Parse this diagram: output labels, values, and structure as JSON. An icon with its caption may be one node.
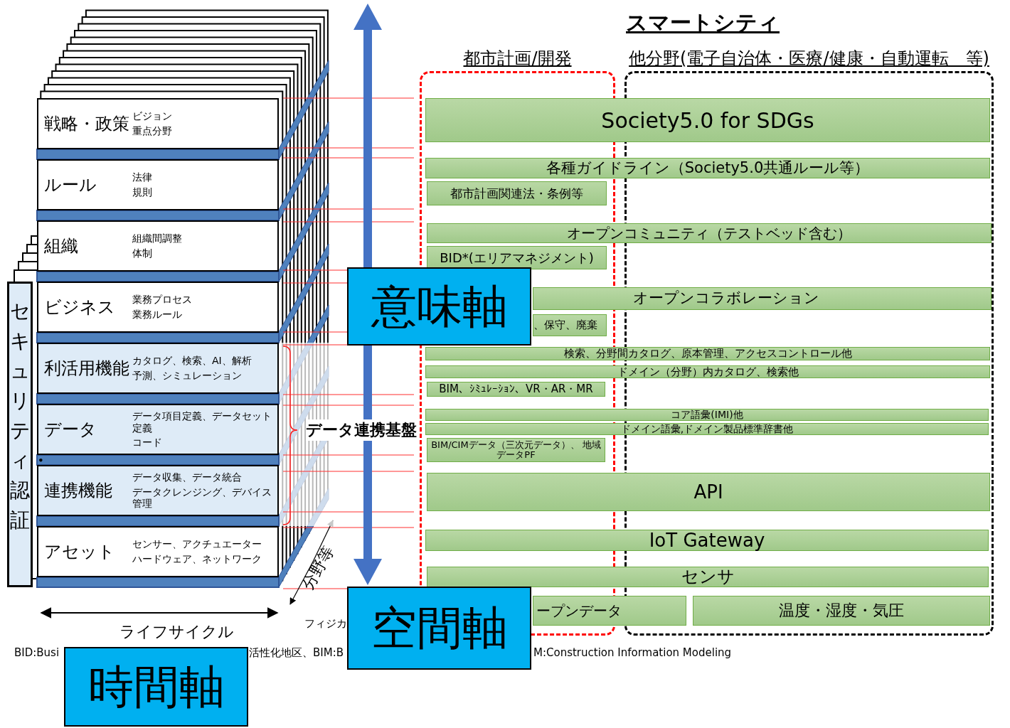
{
  "diagram": {
    "title": "スマートシティ",
    "nodes": [
      {
        "text": [
          "戦略・政策",
          "ビジョン",
          "重点分野"
        ]
      },
      {
        "text": [
          "ルール",
          "法律",
          "規則"
        ]
      },
      {
        "text": [
          "組織",
          "組織間調整",
          "体制"
        ]
      },
      {
        "text": [
          "ビジネス",
          "業務プロセス",
          "業務ルール"
        ]
      },
      {
        "text": [
          "利活用機能",
          "カタログ、検索、AI、解析",
          "予測、シミュレーション"
        ]
      },
      {
        "text": [
          "データ",
          "データ項目定義、データセット定義",
          "コード"
        ]
      },
      {
        "text": [
          "連携機能",
          "データ収集、データ統合",
          "データクレンジング、デバイス管理"
        ]
      },
      {
        "text": [
          "アセット",
          "センサー、アクチュエーター",
          "ハードウェア、ネットワーク"
        ]
      },
      {
        "text": [
          "セキュリティ・認証"
        ]
      },
      {
        "text": [
          "都市計画/開発"
        ]
      },
      {
        "text": [
          "他分野(電子自治体・医療/健康・自動運転　等)"
        ]
      },
      {
        "text": [
          "Society5.0 for SDGs"
        ]
      },
      {
        "text": [
          "各種ガイドライン（Society5.0共通ルール等）"
        ]
      },
      {
        "text": [
          "都市計画関連法・条例等"
        ],
        "in": 9
      },
      {
        "text": [
          "オープンコミュニティ（テストベッド含む）"
        ]
      },
      {
        "text": [
          "BID*(エリアマネジメント)"
        ],
        "in": 9
      },
      {
        "text": [
          "オープンコラボレーション"
        ]
      },
      {
        "text": [
          "、保守、廃棄"
        ],
        "in": 9
      },
      {
        "text": [
          "検索、分野間カタログ、原本管理、アクセスコントロール他"
        ]
      },
      {
        "text": [
          "ドメイン（分野）内カタログ、検索他"
        ]
      },
      {
        "text": [
          "BIM、ｼﾐｭﾚｰｼｮﾝ、VR・AR・MR"
        ],
        "in": 9
      },
      {
        "text": [
          "コア語彙(IMI)他"
        ]
      },
      {
        "text": [
          "ドメイン語彙,ドメイン製品標準辞書他"
        ]
      },
      {
        "text": [
          "BIM/CIMデータ（三次元データ）、 地域データPF"
        ],
        "in": 9
      },
      {
        "text": [
          "API"
        ]
      },
      {
        "text": [
          "IoT Gateway"
        ]
      },
      {
        "text": [
          "センサ"
        ]
      },
      {
        "text": [
          "ープンデータ"
        ]
      },
      {
        "text": [
          "温度・湿度・気圧"
        ],
        "in": 10
      },
      {
        "text": [
          "意味軸"
        ]
      },
      {
        "text": [
          "空間軸"
        ]
      },
      {
        "text": [
          "時間軸"
        ]
      }
    ],
    "labels": [
      "データ連携基盤",
      "ライフサイクル",
      "分野等",
      "フィジカ",
      "BID:Busi",
      "活性化地区、BIM:B",
      "M:Construction Information Modeling"
    ]
  }
}
